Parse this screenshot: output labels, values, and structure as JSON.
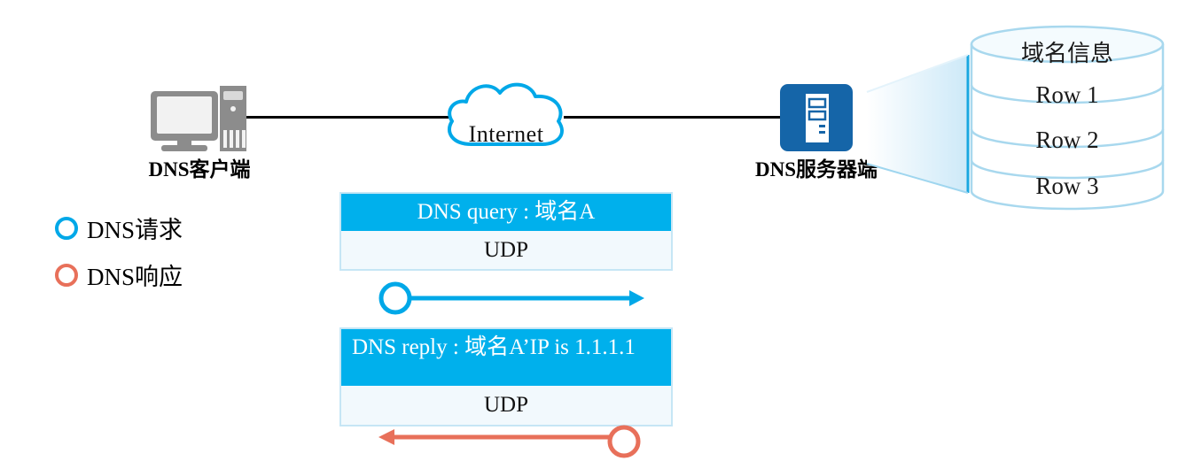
{
  "diagram": {
    "title": "DNS query and reply over UDP",
    "colors": {
      "accent_blue": "#00b0ec",
      "server_blue": "#1565a8",
      "reply_red": "#e8705a",
      "device_grey": "#808080",
      "db_outline": "#a8d8ee",
      "box_body": "#f2f9fd",
      "box_border": "#c6e6f5",
      "link_black": "#000000"
    }
  },
  "nodes": {
    "client": {
      "label": "DNS客户端",
      "icon": "desktop-computer-icon"
    },
    "cloud": {
      "label": "Internet",
      "icon": "cloud-icon"
    },
    "server": {
      "label": "DNS服务器端",
      "icon": "server-tower-icon"
    }
  },
  "database": {
    "title": "域名信息",
    "rows": [
      "Row 1",
      "Row 2",
      "Row 3"
    ]
  },
  "legend": {
    "items": [
      {
        "label": "DNS请求",
        "color": "#00a8e8",
        "icon": "circle-ring-icon"
      },
      {
        "label": "DNS响应",
        "color": "#e8705a",
        "icon": "circle-ring-icon"
      }
    ]
  },
  "messages": [
    {
      "header": "DNS query : 域名A",
      "header_align": "center",
      "protocol": "UDP",
      "direction": "right",
      "arrow_color": "#00b0ec"
    },
    {
      "header": "DNS reply : 域名A’IP is 1.1.1.1",
      "header_align": "left",
      "protocol": "UDP",
      "direction": "left",
      "arrow_color": "#e8705a"
    }
  ]
}
